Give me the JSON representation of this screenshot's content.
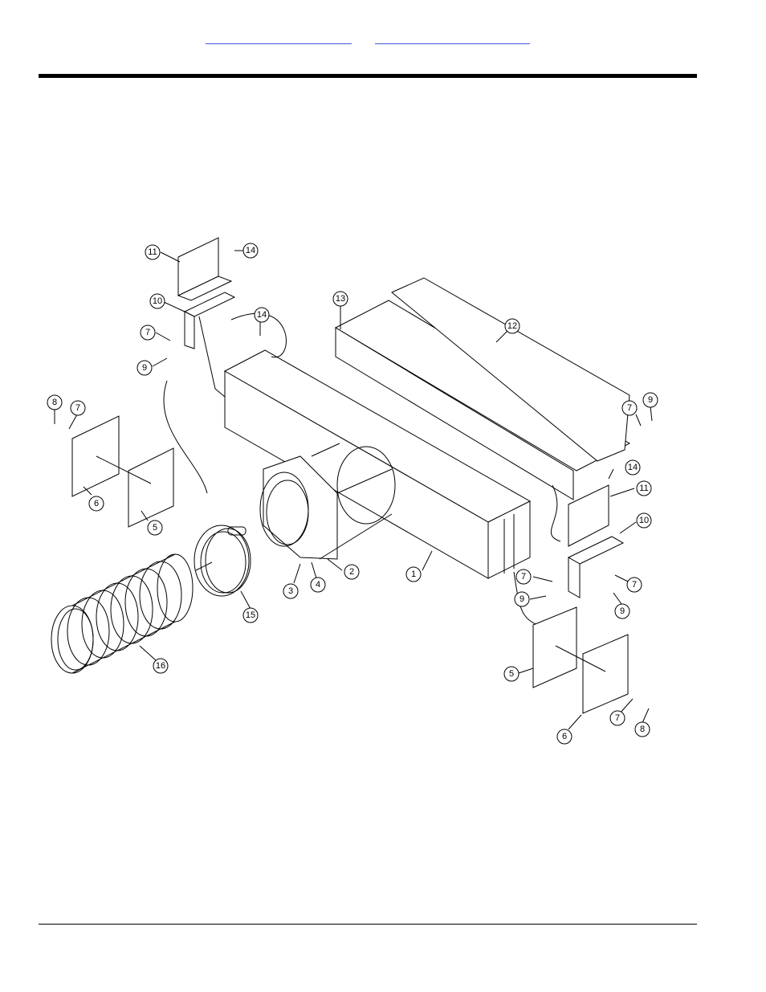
{
  "header": {
    "link_left": "",
    "link_right": ""
  },
  "diagram": {
    "callouts": [
      "1",
      "2",
      "3",
      "4",
      "5",
      "5",
      "6",
      "6",
      "7",
      "7",
      "7",
      "7",
      "7",
      "8",
      "8",
      "9",
      "9",
      "9",
      "10",
      "10",
      "11",
      "11",
      "12",
      "13",
      "14",
      "14",
      "14",
      "15",
      "16"
    ]
  }
}
